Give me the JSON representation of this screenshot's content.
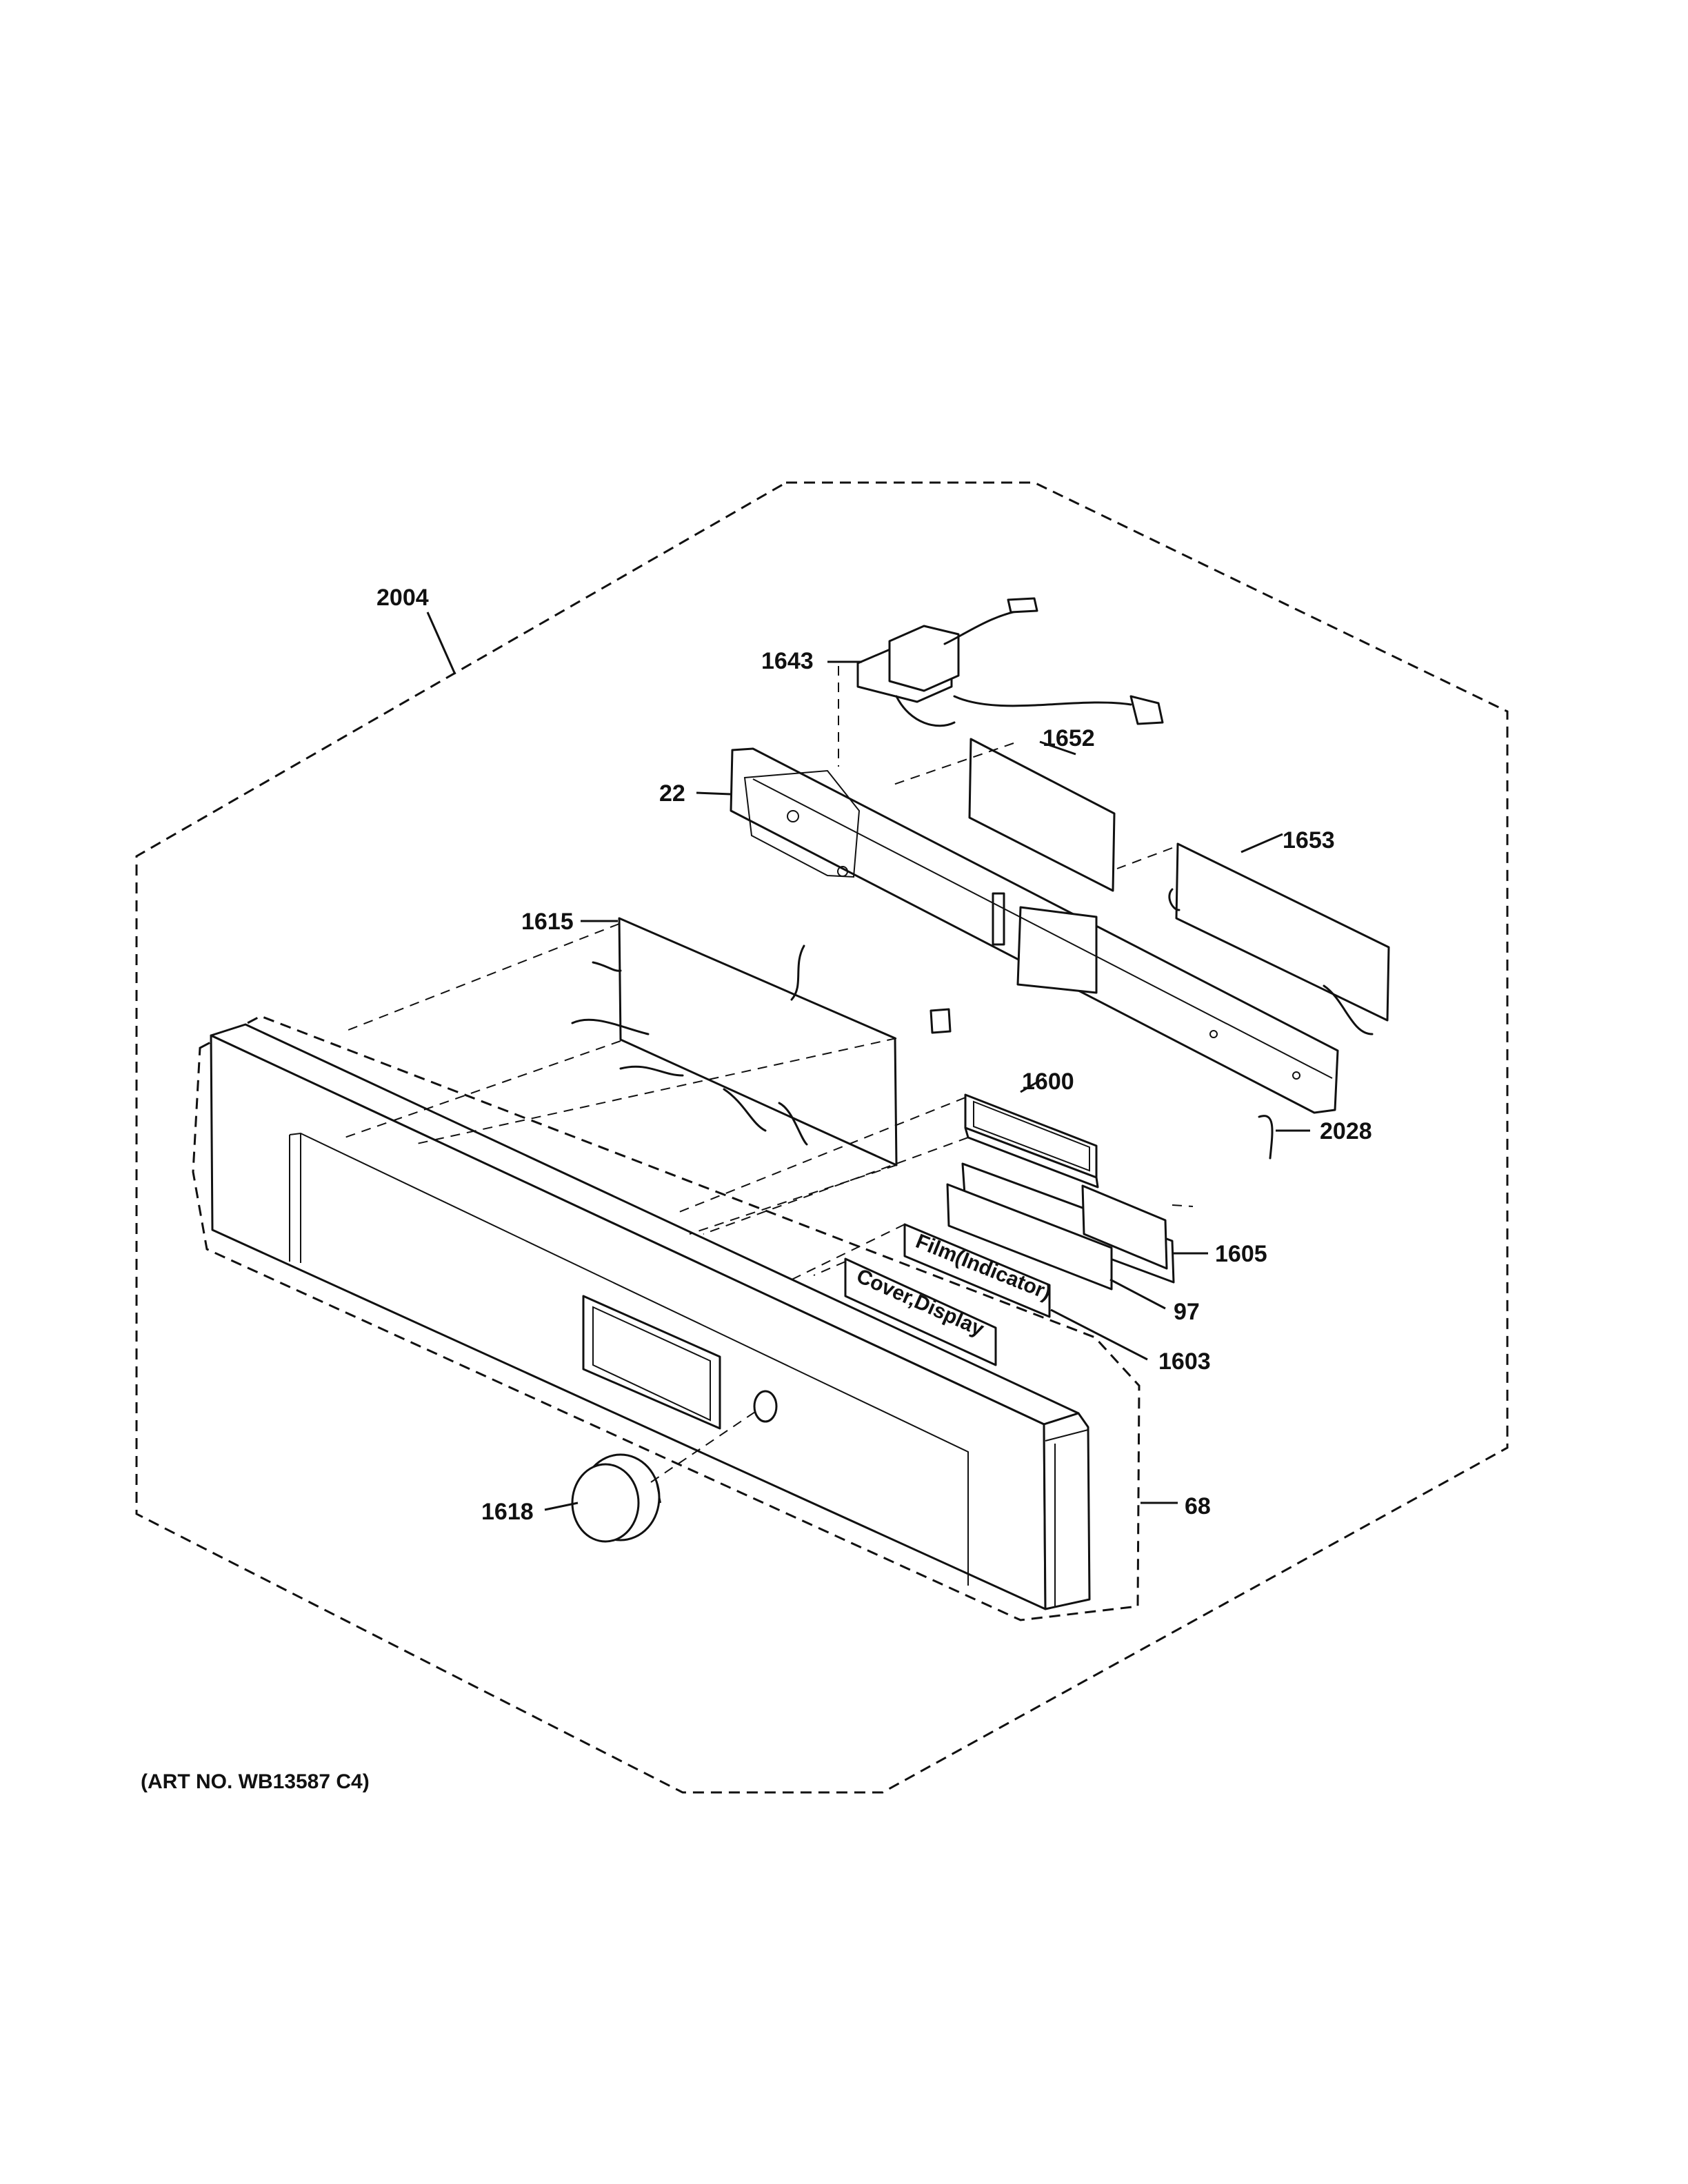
{
  "callouts": {
    "c2004": "2004",
    "c1643": "1643",
    "c1652": "1652",
    "c22": "22",
    "c1653": "1653",
    "c1615": "1615",
    "c1600": "1600",
    "c2028": "2028",
    "c1605": "1605",
    "c97": "97",
    "c1603": "1603",
    "c1618": "1618",
    "c68": "68"
  },
  "tags": {
    "film": "Film(Indicator)",
    "cover": "Cover,Display"
  },
  "art_number": "(ART NO. WB13587 C4)"
}
